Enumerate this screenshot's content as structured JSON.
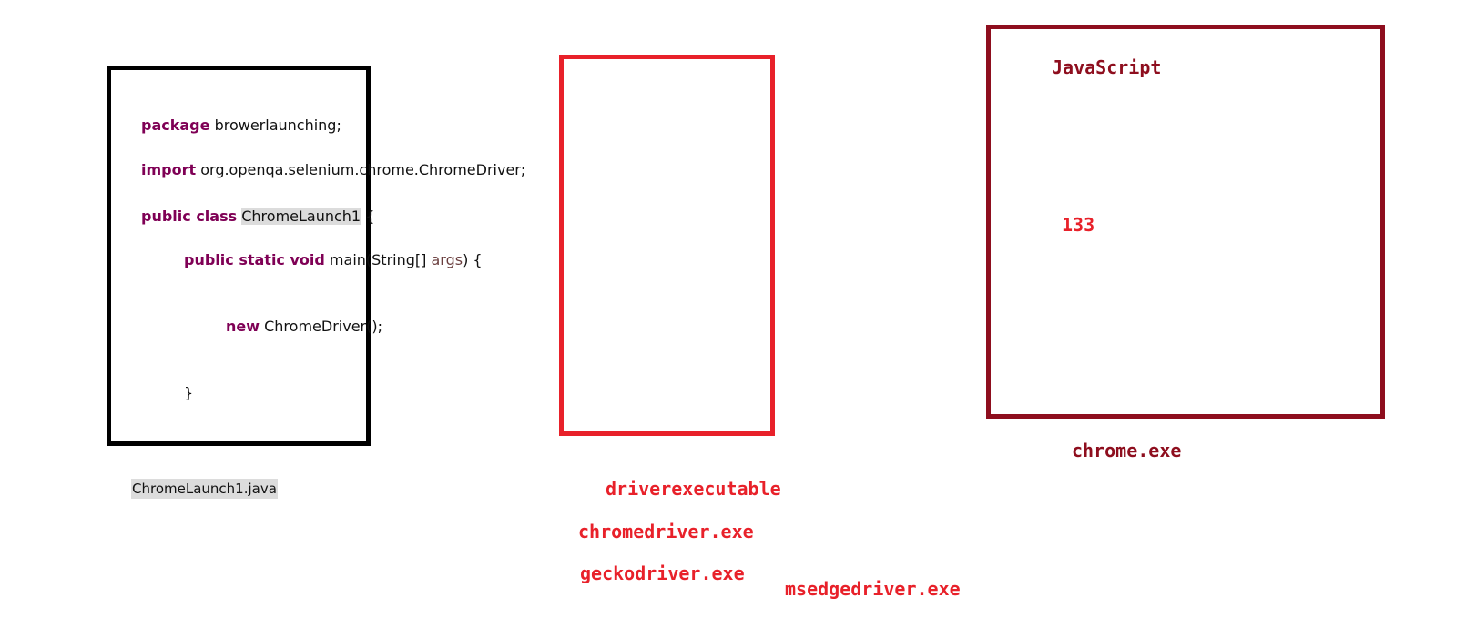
{
  "code": {
    "line1": {
      "keyword": "package",
      "text": " browerlaunching;"
    },
    "line2": {
      "keyword": "import",
      "text": " org.openqa.selenium.chrome.ChromeDriver;"
    },
    "line3": {
      "keyword": "public class",
      "class_name": "ChromeLaunch1",
      "text": " {"
    },
    "line4": {
      "keyword": "public static void",
      "text_before": " main(String[] ",
      "param": "args",
      "text_after": ") {"
    },
    "line5": {
      "keyword": "new",
      "text": " ChromeDriver();"
    },
    "line6": {
      "text": "}"
    }
  },
  "java_file_caption": "ChromeLaunch1.java",
  "driver": {
    "label": "driverexecutable",
    "items": [
      "chromedriver.exe",
      "geckodriver.exe",
      "msedgedriver.exe"
    ]
  },
  "browser": {
    "language": "JavaScript",
    "version": "133",
    "caption": "chrome.exe"
  },
  "colors": {
    "java_box_border": "#000000",
    "driver_box_border": "#e8212a",
    "browser_box_border": "#8e0e1e",
    "keyword": "#7f0055",
    "label_red": "#e8212a",
    "label_dark_red": "#8e0e1e"
  }
}
